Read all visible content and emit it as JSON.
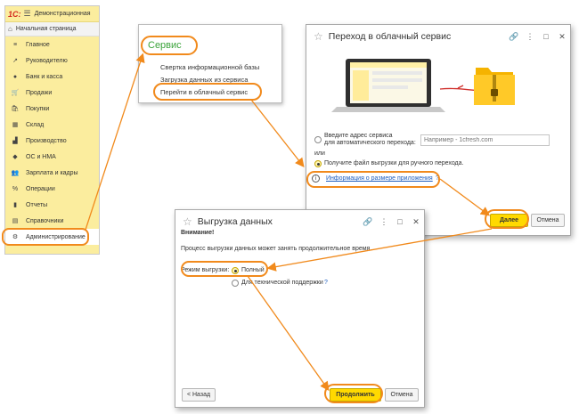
{
  "colors": {
    "highlight": "#f18a1c",
    "accent_yellow": "#ffd900",
    "link_blue": "#1f5fbf",
    "service_green": "#3aa33a",
    "panel_yellow": "#fbed9e"
  },
  "app": {
    "logo": "1С:",
    "title": "Демонстрационная",
    "home_label": "Начальная страница",
    "menu": [
      {
        "icon": "list-icon",
        "glyph": "≡",
        "label": "Главное"
      },
      {
        "icon": "trend-icon",
        "glyph": "↗",
        "label": "Руководителю"
      },
      {
        "icon": "coin-icon",
        "glyph": "●",
        "label": "Банк и касса"
      },
      {
        "icon": "cart-icon",
        "glyph": "🛒",
        "label": "Продажи"
      },
      {
        "icon": "basket-icon",
        "glyph": "🛍",
        "label": "Покупки"
      },
      {
        "icon": "warehouse-icon",
        "glyph": "▦",
        "label": "Склад"
      },
      {
        "icon": "factory-icon",
        "glyph": "▟",
        "label": "Производство"
      },
      {
        "icon": "assets-icon",
        "glyph": "◆",
        "label": "ОС и НМА"
      },
      {
        "icon": "people-icon",
        "glyph": "👥",
        "label": "Зарплата и кадры"
      },
      {
        "icon": "operations-icon",
        "glyph": "%",
        "label": "Операции"
      },
      {
        "icon": "reports-icon",
        "glyph": "▮",
        "label": "Отчеты"
      },
      {
        "icon": "books-icon",
        "glyph": "▤",
        "label": "Справочники"
      },
      {
        "icon": "gear-icon",
        "glyph": "⚙",
        "label": "Администрирование"
      }
    ]
  },
  "service_menu": {
    "title": "Сервис",
    "items": [
      "Свертка информационной базы",
      "Загрузка данных из сервиса",
      "Перейти в облачный сервис"
    ]
  },
  "dialog1": {
    "title": "Переход в облачный сервис",
    "option_address_line1": "Введите адрес сервиса",
    "option_address_line2": "для автоматического перехода:",
    "address_placeholder": "Например - 1cfresh.com",
    "or_label": "или",
    "option_file": "Получите файл выгрузки для ручного перехода.",
    "info_link": "Информация о размере приложения",
    "help_mark": "?",
    "next_button": "Далее",
    "cancel_button": "Отмена"
  },
  "dialog2": {
    "title": "Выгрузка данных",
    "warning_title": "Внимание!",
    "warning_text": "Процесс выгрузки данных может занять продолжительное время.",
    "mode_label": "Режим выгрузки:",
    "mode_full": "Полный",
    "mode_support": "Для технической поддержки",
    "help_mark": "?",
    "back_button": "< Назад",
    "continue_button": "Продолжить",
    "cancel_button": "Отмена"
  }
}
